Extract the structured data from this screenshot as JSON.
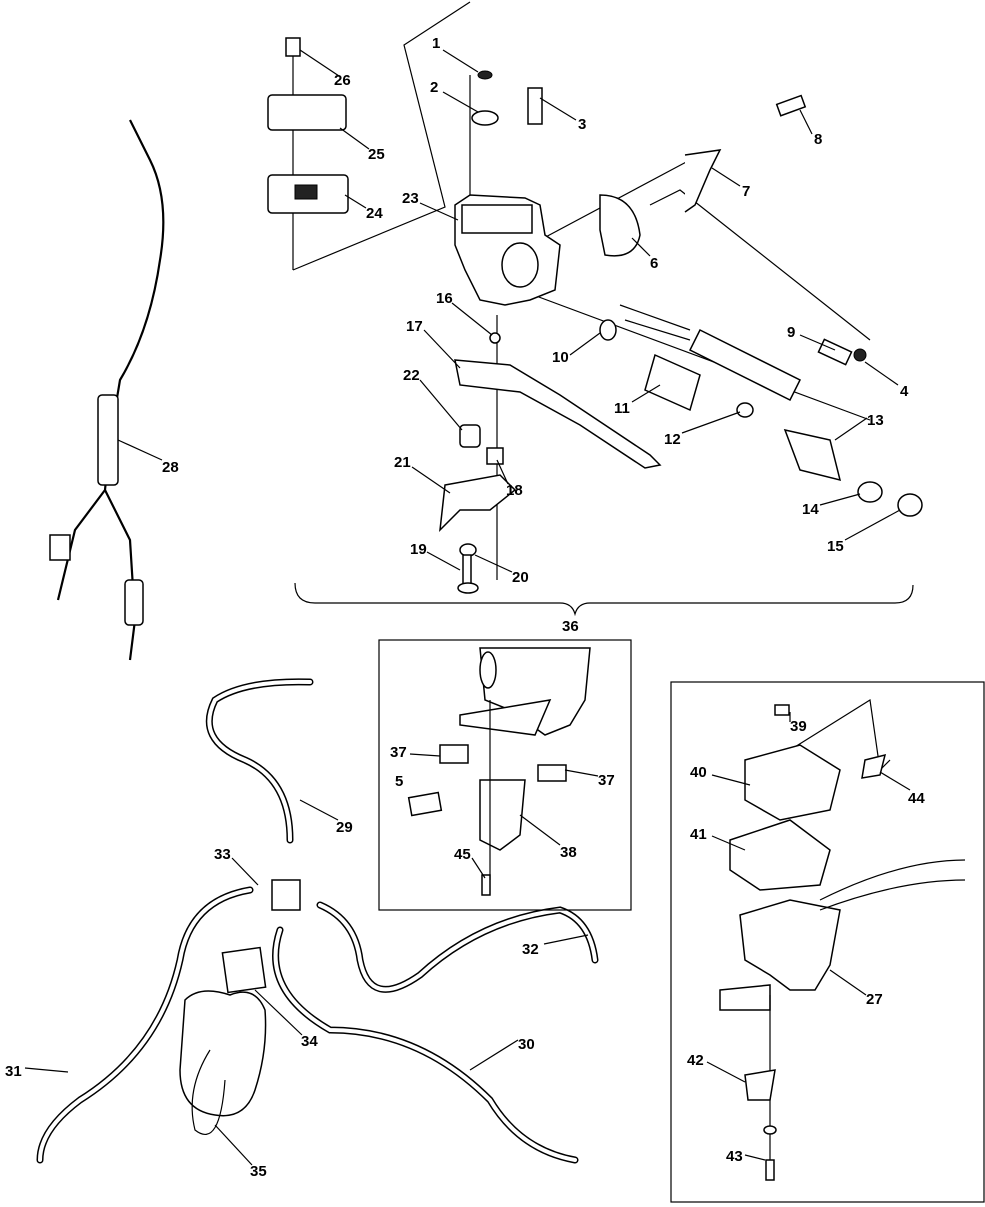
{
  "diagram": {
    "labels": [
      "1",
      "2",
      "3",
      "4",
      "5",
      "6",
      "7",
      "8",
      "9",
      "10",
      "11",
      "12",
      "13",
      "14",
      "15",
      "16",
      "17",
      "18",
      "19",
      "20",
      "21",
      "22",
      "23",
      "24",
      "25",
      "26",
      "27",
      "28",
      "29",
      "30",
      "31",
      "32",
      "33",
      "34",
      "35",
      "36",
      "37",
      "37",
      "38",
      "39",
      "40",
      "41",
      "42",
      "43",
      "44",
      "45"
    ]
  }
}
